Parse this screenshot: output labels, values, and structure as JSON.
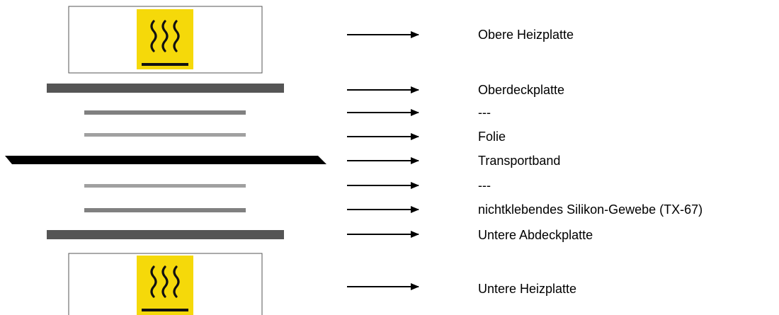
{
  "colors": {
    "hot_surface_yellow": "#f5d90a",
    "dark_plate": "#555555",
    "mid_plate": "#808080",
    "light_plate": "#a0a0a0",
    "belt": "#000000",
    "arrow": "#000000"
  },
  "icons": {
    "hot_surface": "hot-surface-warning-icon"
  },
  "layers": [
    {
      "label": "Obere Heizplatte"
    },
    {
      "label": "Oberdeckplatte"
    },
    {
      "label": "---"
    },
    {
      "label": "Folie"
    },
    {
      "label": "Transportband"
    },
    {
      "label": "---"
    },
    {
      "label": "nichtklebendes Silikon-Gewebe (TX-67)"
    },
    {
      "label": "Untere Abdeckplatte"
    },
    {
      "label": "Untere Heizplatte"
    }
  ]
}
